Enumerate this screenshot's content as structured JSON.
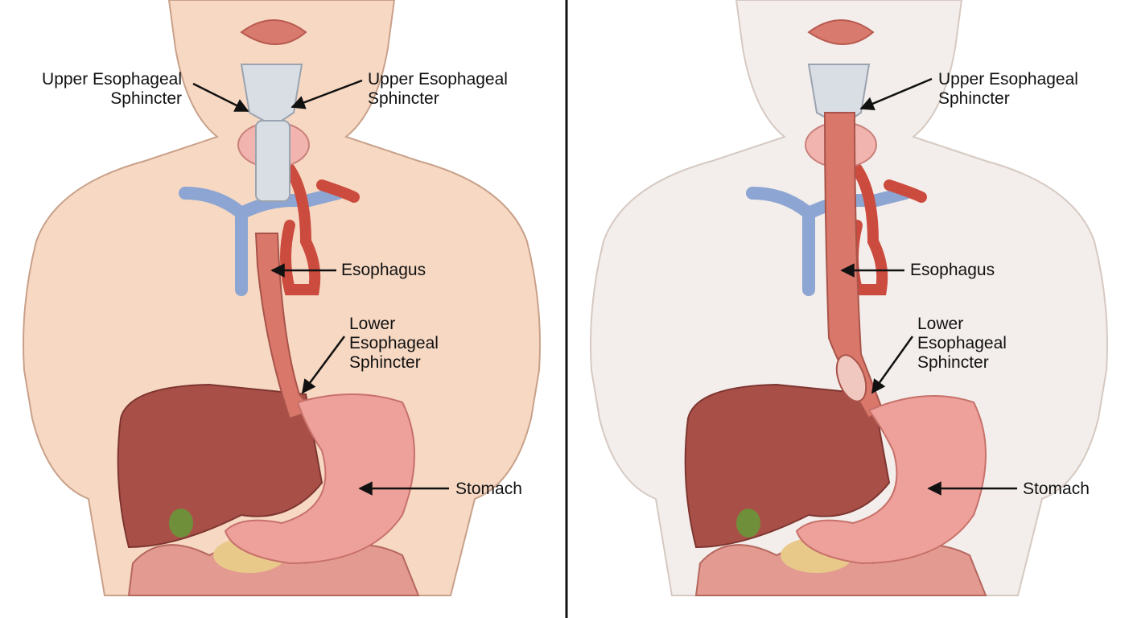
{
  "colors": {
    "skin_left": "#f6d8c3",
    "skin_right": "#f3eeeb",
    "outline": "#c9a18a",
    "esophagus": "#d9776a",
    "liver": "#a85048",
    "stomach": "#eea09a",
    "vein": "#8da5d2",
    "artery": "#cc4b3f",
    "thyroid": "#f1b4ae",
    "trachea": "#d9dde4",
    "intestine": "#e39a90",
    "pancreas": "#e8c98a",
    "gallbladder": "#6f8f3a",
    "divider": "#111111",
    "arrow": "#111111"
  },
  "panels": [
    {
      "labels": {
        "ues_left": "Upper Esophageal\nSphincter",
        "ues_right": "Upper Esophageal\nSphincter",
        "esophagus": "Esophagus",
        "les": "Lower\nEsophageal\nSphincter",
        "stomach": "Stomach"
      }
    },
    {
      "labels": {
        "ues_right": "Upper Esophageal\nSphincter",
        "esophagus": "Esophagus",
        "les": "Lower\nEsophageal\nSphincter",
        "stomach": "Stomach"
      }
    }
  ]
}
